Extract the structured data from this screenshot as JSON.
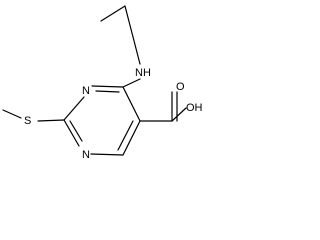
{
  "diagram": {
    "atoms": {
      "nh": "NH",
      "n_top": "N",
      "n_bottom": "N",
      "s": "S",
      "o": "O",
      "oh": "OH"
    },
    "colors": {
      "bond": "#000000",
      "text": "#000000",
      "background": "#ffffff"
    }
  }
}
